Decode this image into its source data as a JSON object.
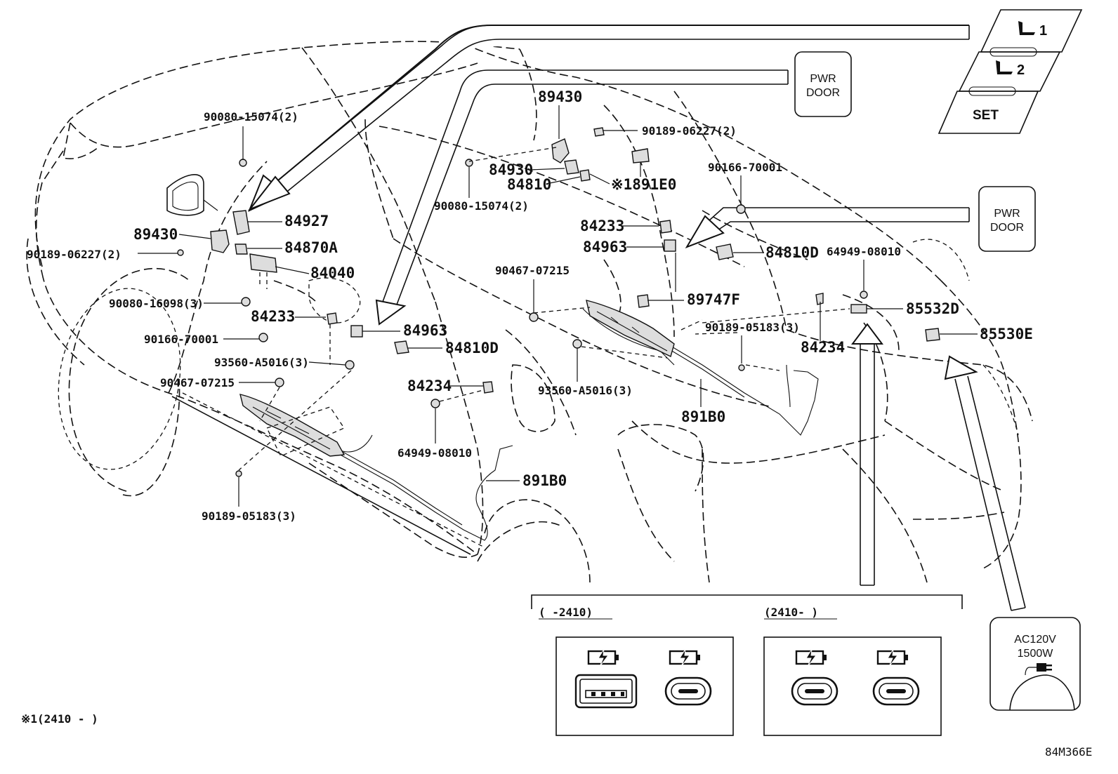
{
  "diagram_id": "84M366E",
  "footnote": "※1(2410 -         )",
  "part_numbers": {
    "p90080_15074_left": "90080-15074(2)",
    "p84927": "84927",
    "p89430_left": "89430",
    "p90189_06227_left": "90189-06227(2)",
    "p84870a": "84870A",
    "p84040": "84040",
    "p90080_16098": "90080-16098(3)",
    "p84233_left": "84233",
    "p90166_70001_left": "90166-70001",
    "p84963_left": "84963",
    "p84810d_left": "84810D",
    "p93560_a5016_left": "93560-A5016(3)",
    "p90467_07215_left": "90467-07215",
    "p84234_left": "84234",
    "p64949_08010_left": "64949-08010",
    "p90189_05183_left": "90189-05183(3)",
    "p891b0_left": "891B0",
    "p89430_top": "89430",
    "p90189_06227_top": "90189-06227(2)",
    "p84930": "84930",
    "p84810": "84810",
    "p891e0": "※1891E0",
    "p90080_15074_mid": "90080-15074(2)",
    "p90166_70001_right": "90166-70001",
    "p84233_mid": "84233",
    "p84963_mid": "84963",
    "p84810d_right": "84810D",
    "p90467_07215_mid": "90467-07215",
    "p89747f": "89747F",
    "p90189_05183_right": "90189-05183(3)",
    "p64949_08010_right": "64949-08010",
    "p85532d": "85532D",
    "p84234_right": "84234",
    "p85530e": "85530E",
    "p93560_a5016_mid": "93560-A5016(3)",
    "p891b0_right": "891B0"
  },
  "pwr_door_top": {
    "line1": "PWR",
    "line2": "DOOR"
  },
  "pwr_door_right": {
    "line1": "PWR",
    "line2": "DOOR"
  },
  "seat_switches": {
    "memory1": "1",
    "memory2": "2",
    "set": "SET"
  },
  "ac_outlet": {
    "line1": "AC120V",
    "line2": "1500W"
  },
  "usb_panels": {
    "before_label": "(      -2410)",
    "after_label": "(2410-       )"
  }
}
